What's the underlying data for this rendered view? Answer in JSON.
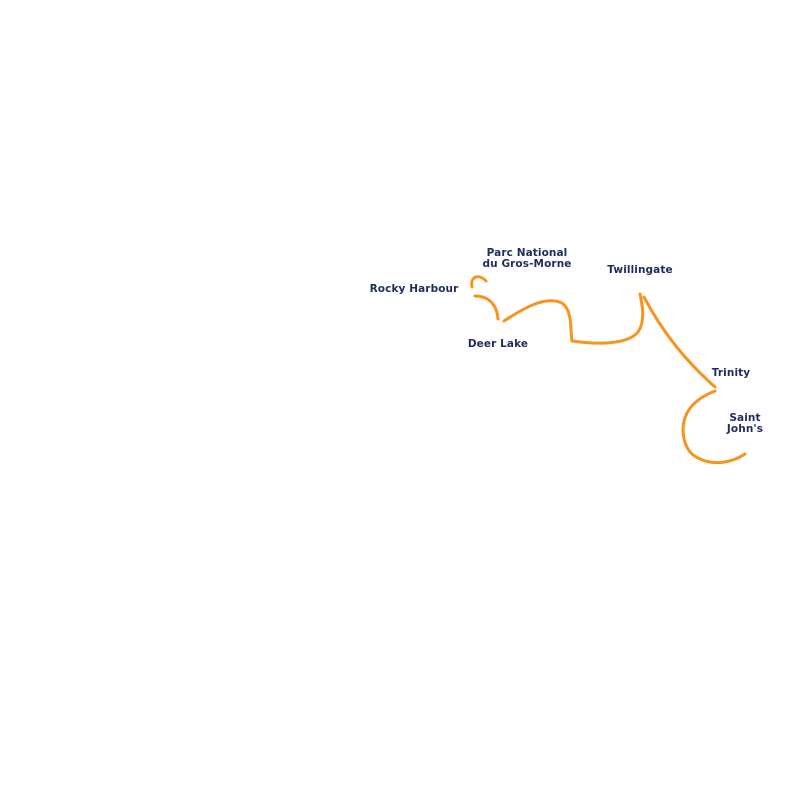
{
  "map": {
    "route_color": "#F7941D",
    "label_color": "#1F2D5C",
    "places": [
      {
        "id": "gros-morne",
        "lines": [
          "Parc National",
          "du Gros-Morne"
        ]
      },
      {
        "id": "twillingate",
        "lines": [
          "Twillingate"
        ]
      },
      {
        "id": "rocky-harbour",
        "lines": [
          "Rocky Harbour"
        ]
      },
      {
        "id": "deer-lake",
        "lines": [
          "Deer Lake"
        ]
      },
      {
        "id": "trinity",
        "lines": [
          "Trinity"
        ]
      },
      {
        "id": "saint-johns",
        "lines": [
          "Saint",
          "John's"
        ]
      }
    ]
  }
}
